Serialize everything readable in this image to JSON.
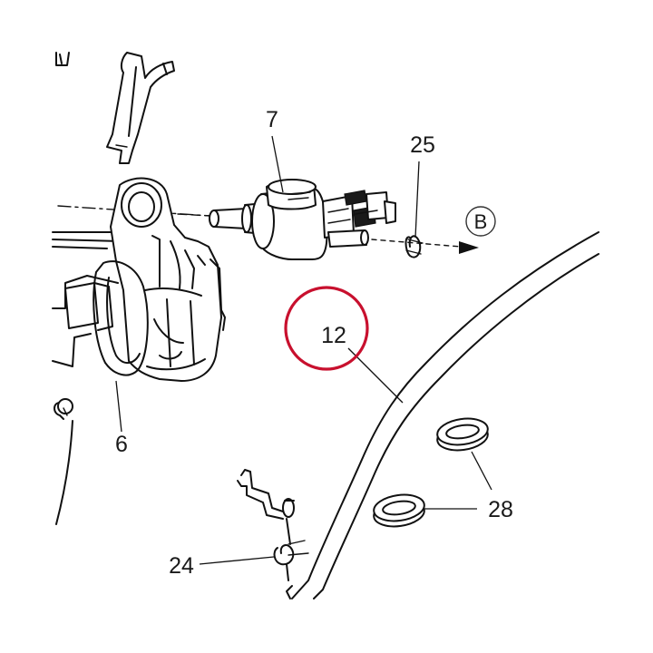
{
  "diagram": {
    "highlight_color": "#c8102e",
    "line_color": "#111111",
    "callouts": [
      {
        "id": "c7",
        "label": "7"
      },
      {
        "id": "c25",
        "label": "25"
      },
      {
        "id": "cB",
        "label": "B"
      },
      {
        "id": "c12",
        "label": "12",
        "highlighted": true
      },
      {
        "id": "c6",
        "label": "6"
      },
      {
        "id": "c28",
        "label": "28"
      },
      {
        "id": "c24",
        "label": "24"
      }
    ]
  }
}
